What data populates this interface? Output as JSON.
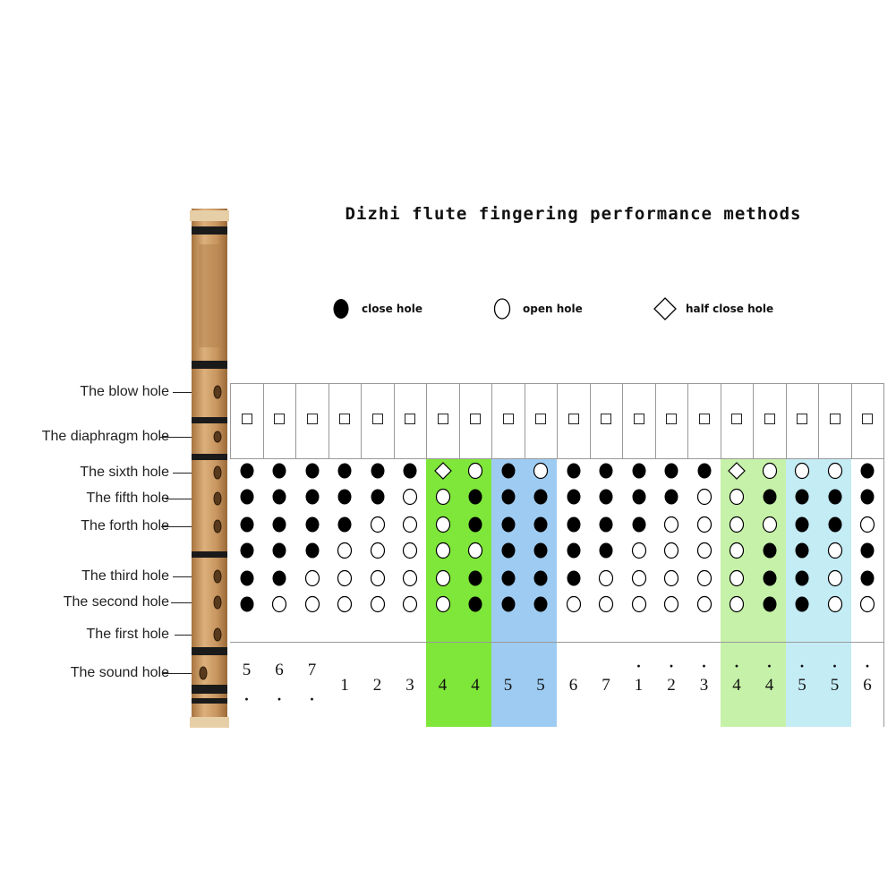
{
  "title": "Dizhi flute fingering performance methods",
  "legend": [
    {
      "symbol": "closed",
      "label": "close hole"
    },
    {
      "symbol": "open",
      "label": "open hole"
    },
    {
      "symbol": "half",
      "label": "half close hole"
    }
  ],
  "hole_labels": [
    "The blow hole",
    "The diaphragm hole",
    "The sixth hole",
    "The fifth hole",
    "The forth hole",
    "The third hole",
    "The second hole",
    "The first hole",
    "The sound hole"
  ],
  "colors": {
    "green": "#7fe63a",
    "light_green": "#c6f1a8",
    "blue": "#9ecbf1",
    "cyan": "#c4ecf5",
    "white": "#ffffff",
    "flute": "#c99a66"
  },
  "fingering": {
    "note_symbols": "C = closed hole, O = open hole, H = half closed hole; order: sixth hole to first hole",
    "columns": [
      {
        "holes": "CCCCCC",
        "note": "5",
        "dot": "below",
        "bg": "white"
      },
      {
        "holes": "CCCCCO",
        "note": "6",
        "dot": "below",
        "bg": "white"
      },
      {
        "holes": "CCCCOO",
        "note": "7",
        "dot": "below",
        "bg": "white"
      },
      {
        "holes": "CCCOOO",
        "note": "1",
        "dot": "none",
        "bg": "white"
      },
      {
        "holes": "CCOOOO",
        "note": "2",
        "dot": "none",
        "bg": "white"
      },
      {
        "holes": "COOOOO",
        "note": "3",
        "dot": "none",
        "bg": "white"
      },
      {
        "holes": "HOOOOO",
        "note": "4",
        "dot": "none",
        "bg": "green"
      },
      {
        "holes": "OCCOCC",
        "note": "4",
        "dot": "none",
        "bg": "green"
      },
      {
        "holes": "CCCCCC",
        "note": "5",
        "dot": "none",
        "bg": "blue"
      },
      {
        "holes": "OCCCCC",
        "note": "5",
        "dot": "none",
        "bg": "blue"
      },
      {
        "holes": "CCCCCO",
        "note": "6",
        "dot": "none",
        "bg": "white"
      },
      {
        "holes": "CCCCOO",
        "note": "7",
        "dot": "none",
        "bg": "white"
      },
      {
        "holes": "CCCOOO",
        "note": "1",
        "dot": "above",
        "bg": "white"
      },
      {
        "holes": "CCOOOO",
        "note": "2",
        "dot": "above",
        "bg": "white"
      },
      {
        "holes": "COOOOO",
        "note": "3",
        "dot": "above",
        "bg": "white"
      },
      {
        "holes": "HOOOOO",
        "note": "4",
        "dot": "above",
        "bg": "light_green"
      },
      {
        "holes": "OCOCCC",
        "note": "4",
        "dot": "above",
        "bg": "light_green"
      },
      {
        "holes": "OCCCCC",
        "note": "5",
        "dot": "above",
        "bg": "cyan"
      },
      {
        "holes": "OCCOOO",
        "note": "5",
        "dot": "above",
        "bg": "cyan"
      },
      {
        "holes": "CCOCCO",
        "note": "6",
        "dot": "above",
        "bg": "white"
      }
    ]
  }
}
